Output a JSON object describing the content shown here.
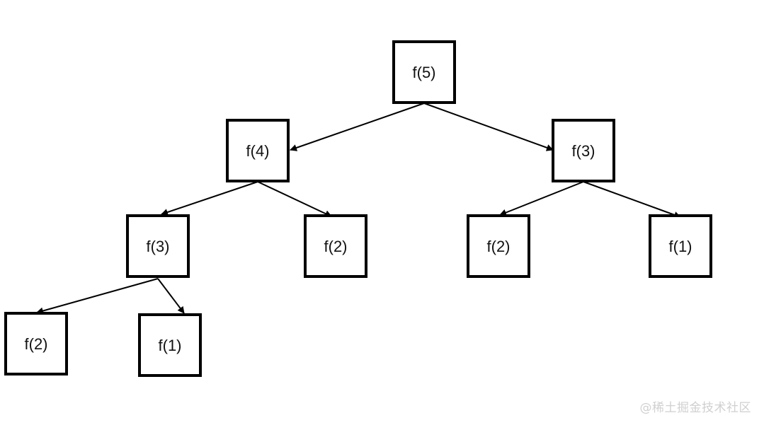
{
  "nodes": [
    {
      "id": "n5",
      "label": "f(5)"
    },
    {
      "id": "n4",
      "label": "f(4)"
    },
    {
      "id": "n3r",
      "label": "f(3)"
    },
    {
      "id": "n3l",
      "label": "f(3)"
    },
    {
      "id": "n2a",
      "label": "f(2)"
    },
    {
      "id": "n2b",
      "label": "f(2)"
    },
    {
      "id": "n1a",
      "label": "f(1)"
    },
    {
      "id": "n2c",
      "label": "f(2)"
    },
    {
      "id": "n1b",
      "label": "f(1)"
    }
  ],
  "edges": [
    {
      "from": "n5",
      "to": "n4"
    },
    {
      "from": "n5",
      "to": "n3r"
    },
    {
      "from": "n4",
      "to": "n3l"
    },
    {
      "from": "n4",
      "to": "n2a"
    },
    {
      "from": "n3r",
      "to": "n2b"
    },
    {
      "from": "n3r",
      "to": "n1a"
    },
    {
      "from": "n3l",
      "to": "n2c"
    },
    {
      "from": "n3l",
      "to": "n1b"
    }
  ],
  "watermark": "@稀土掘金技术社区",
  "colors": {
    "stroke": "#000000",
    "text": "#111111",
    "watermark": "#d0d0d0"
  }
}
